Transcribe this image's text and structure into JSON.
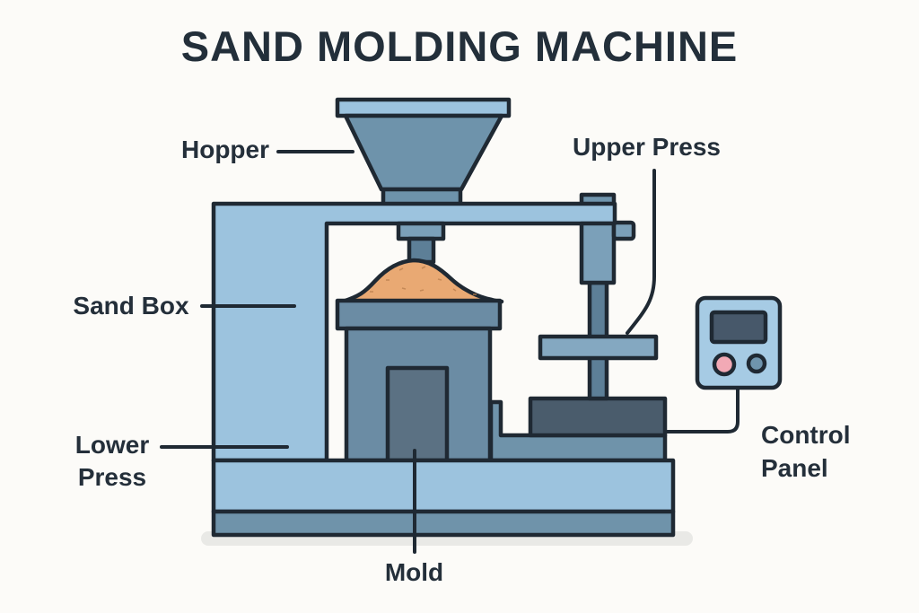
{
  "title": "SAND MOLDING MACHINE",
  "labels": {
    "hopper": "Hopper",
    "upper_press": "Upper Press",
    "sand_box": "Sand Box",
    "lower_press": "Lower Press",
    "mold": "Mold",
    "control_panel": "Control Panel"
  },
  "colors": {
    "background": "#fcfbf8",
    "outline": "#1f2933",
    "frame_light_blue": "#9cc3de",
    "machine_medium_blue": "#6e93ab",
    "column_blue": "#7ba0b9",
    "press_plate_blue": "#84a8c1",
    "shaft_dark_blue": "#5d7f97",
    "mold_inner_slate": "#5b7183",
    "base_block_slate": "#4a5c6c",
    "platform_band_blue": "#6f93aa",
    "sand_orange": "#e9a973",
    "sand_speck": "#b97f4e",
    "control_panel_body": "#a6cbe4",
    "screen_slate": "#47586a",
    "button_pink": "#f2a9b5",
    "button_blue": "#6f94ad",
    "label_text": "#242f3a",
    "floor_shadow": "#e9e9e6"
  }
}
